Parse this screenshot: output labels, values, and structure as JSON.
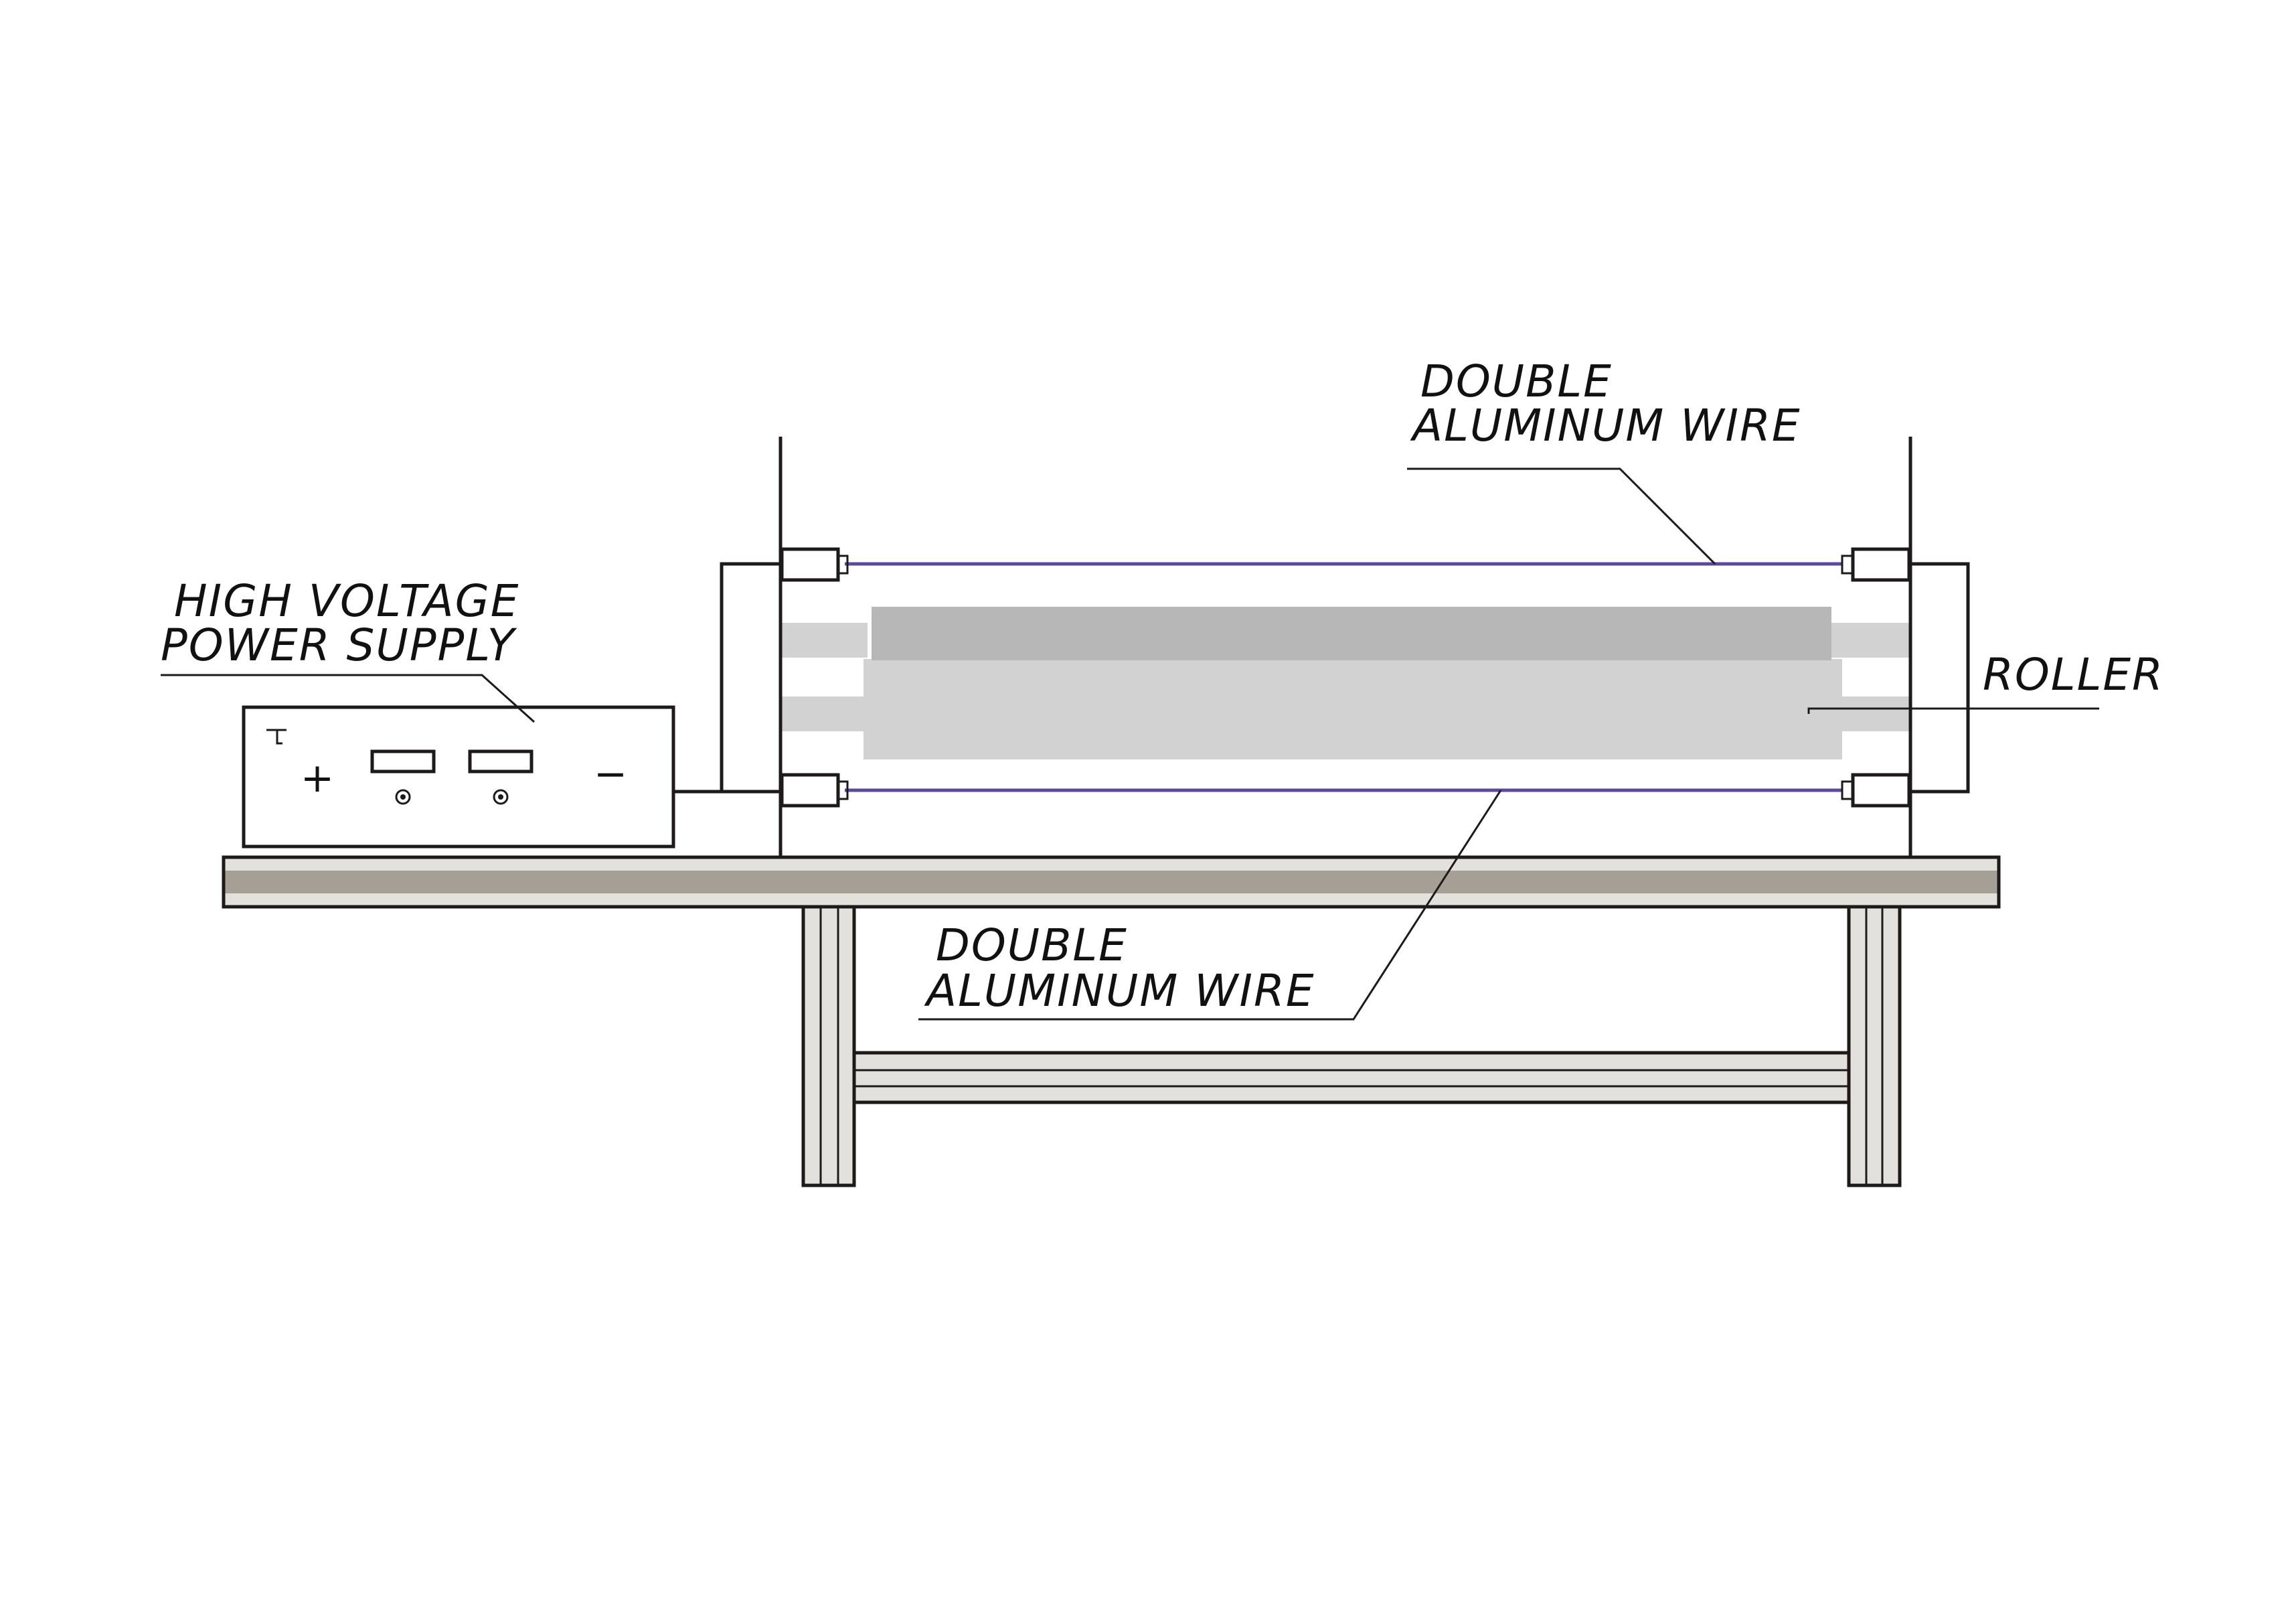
{
  "labels": {
    "top_wire_line1": "DOUBLE",
    "top_wire_line2": "ALUMINUM WIRE",
    "bottom_wire_line1": "DOUBLE",
    "bottom_wire_line2": "ALUMINUM WIRE",
    "supply_line1": "HIGH VOLTAGE",
    "supply_line2": "POWER SUPPLY",
    "roller": "ROLLER"
  },
  "power_supply": {
    "plus_symbol": "+",
    "minus_symbol": "−"
  },
  "colors": {
    "wire": "#5b4a9b",
    "roller_dark": "#b7b7b7",
    "roller_light": "#d2d2d2",
    "table_stripe": "#a59f96",
    "table_light": "#e3e1db",
    "outline": "#1e1a1a"
  }
}
